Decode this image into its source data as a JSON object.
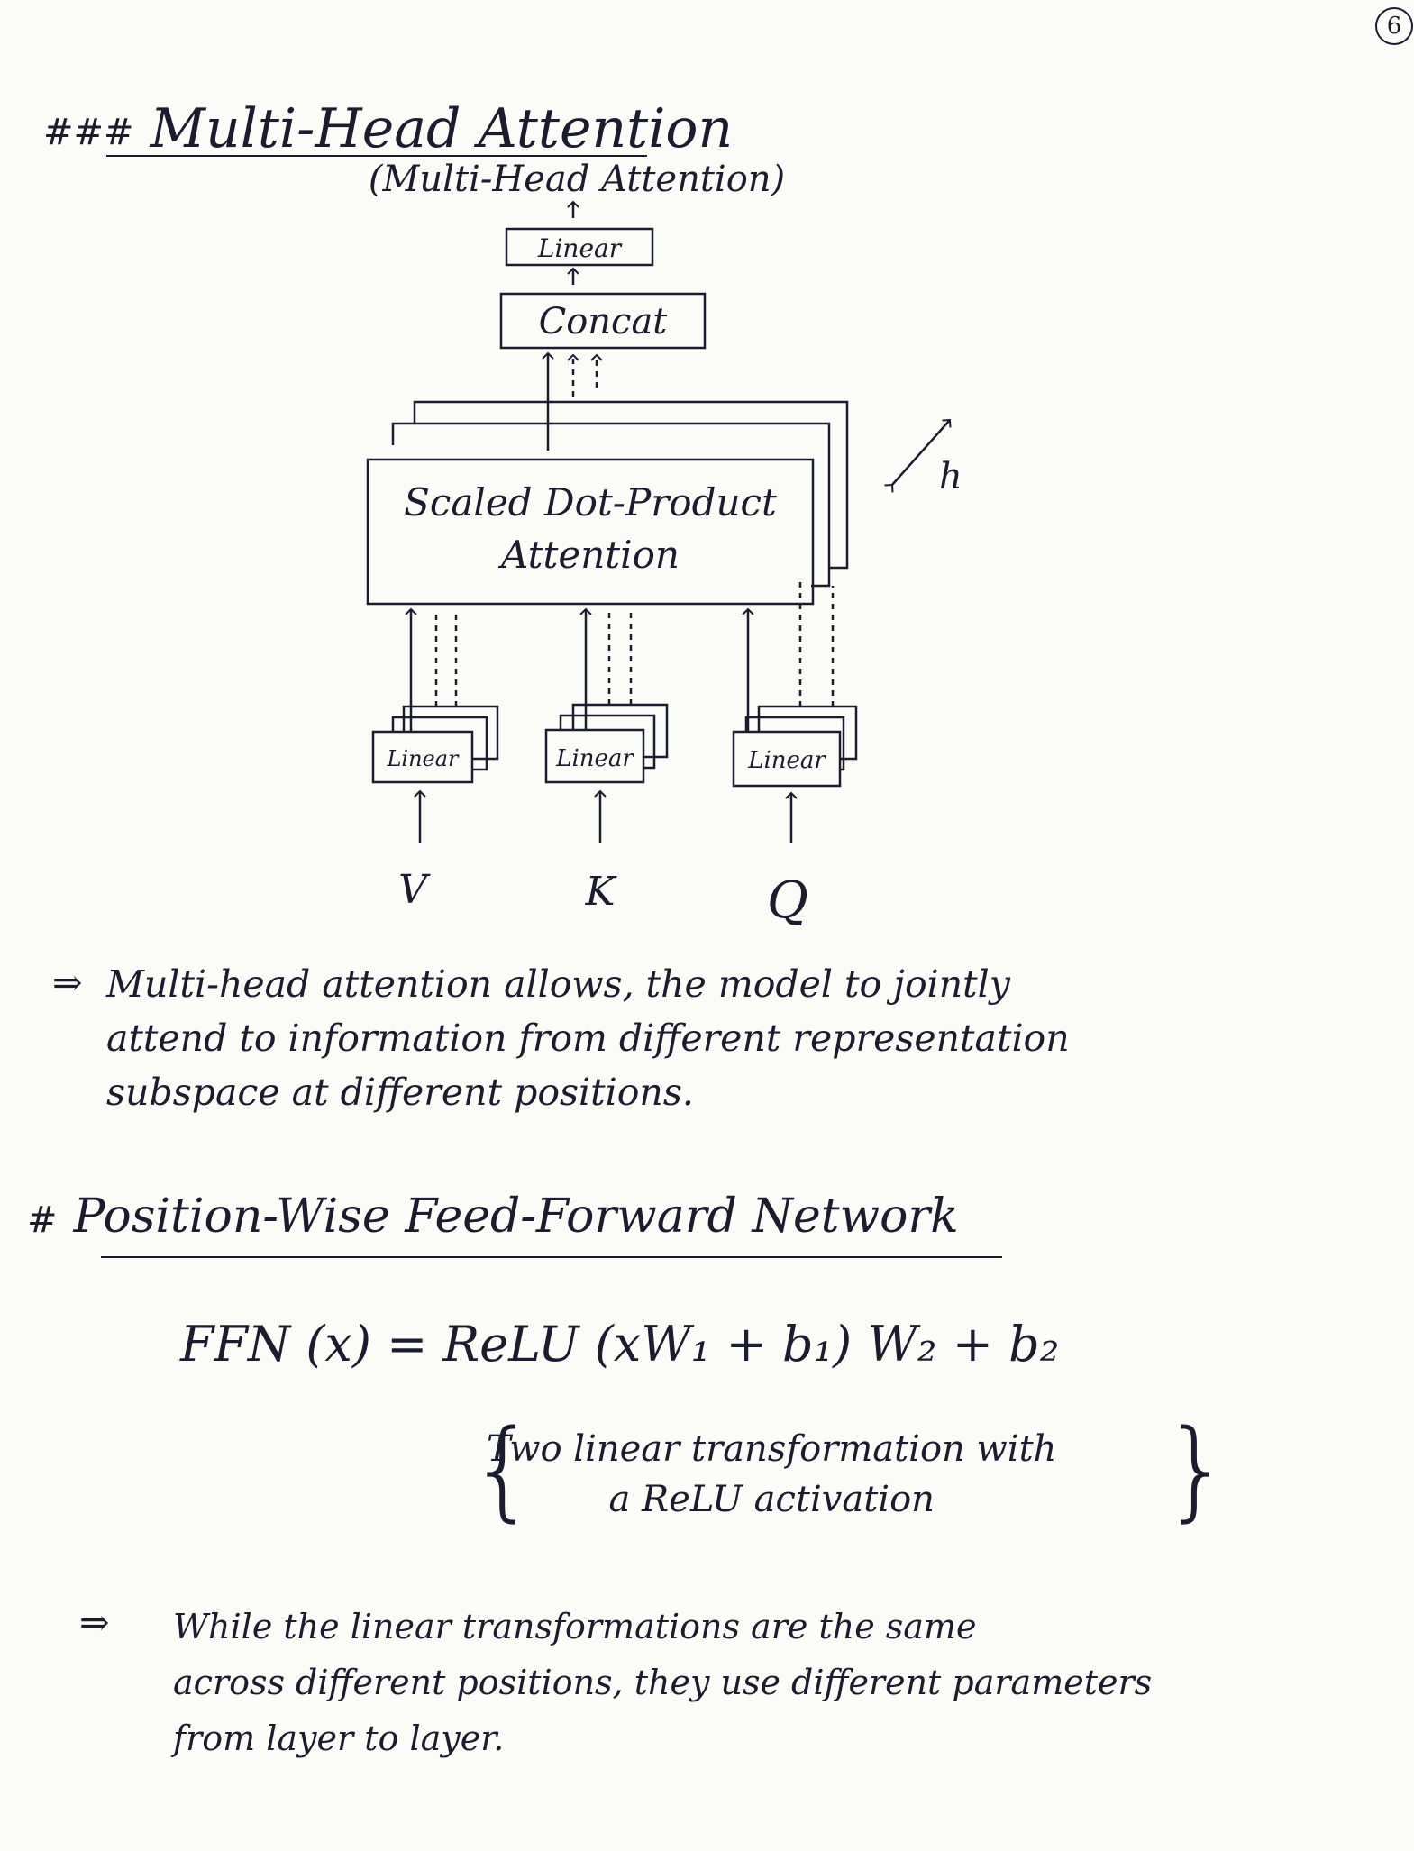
{
  "page_number": "6",
  "heading_multihead": "Multi-Head Attention",
  "heading_prefix_1": "###",
  "diagram": {
    "top_label": "(Multi-Head Attention)",
    "linear_top": "Linear",
    "concat": "Concat",
    "attention_line1": "Scaled Dot-Product",
    "attention_line2": "Attention",
    "heads": "h",
    "linear_v": "Linear",
    "linear_k": "Linear",
    "linear_q": "Linear",
    "input_v": "V",
    "input_k": "K",
    "input_q": "Q"
  },
  "note1": {
    "arrow": "⇒",
    "lines": [
      "Multi-head attention allows, the model to jointly",
      "attend to information from different representation",
      "subspace at different positions."
    ]
  },
  "heading_prefix_2": "#",
  "heading_ffn": "Position-Wise Feed-Forward Network",
  "formula": "FFN (x) = ReLU (xW₁ + b₁) W₂ + b₂",
  "brace_note": {
    "line1": "Two linear transformation with",
    "line2": "a ReLU activation"
  },
  "note2": {
    "arrow": "⇒",
    "lines": [
      "While the linear transformations are the same",
      "across different positions, they use different parameters",
      "from layer to layer."
    ]
  }
}
